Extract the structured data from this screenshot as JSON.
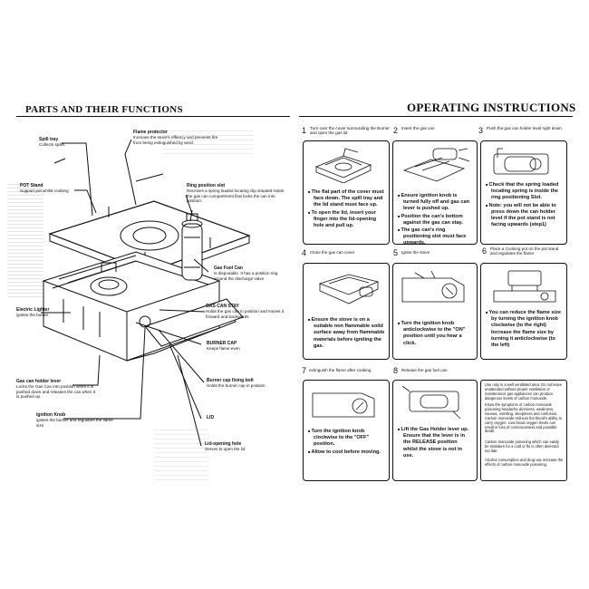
{
  "headers": {
    "left": "PARTS AND THEIR FUNCTIONS",
    "right": "OPERATING INSTRUCTIONS"
  },
  "parts": {
    "flame_protector": {
      "name": "Flame protector",
      "desc": "Increase the stove's effiency and prevents fire from being extinguished by wind."
    },
    "spill_tray": {
      "name": "Spill tray",
      "desc": "Collects spills."
    },
    "pot_stand": {
      "name": "POT Stand",
      "desc": "Support pot whilst cooking"
    },
    "ring_slot": {
      "name": "Ring position slot",
      "desc": "Receives a spring loaded locating clip situated inside the gas can compartment that locks the can into position."
    },
    "gas_fuel_can": {
      "name": "Gas Fuel Can",
      "desc": "Is disposable. It has a position ring around the discharge valve"
    },
    "gas_can_stay": {
      "name": "GAS CAN STAY",
      "desc": "Holds the gas can in position and moves it forward and backwards"
    },
    "electric_lighter": {
      "name": "Electric Lighter",
      "desc": "ignites the burner"
    },
    "burner_cap": {
      "name": "BURNER CAP",
      "desc": "Keeps flame even"
    },
    "burner_cap_fixing": {
      "name": "Burner cap fixing bolt",
      "desc": "Holds the burner cap in position"
    },
    "gas_can_holder": {
      "name": "Gas can holder lever",
      "desc": "Locks the Gas Can into position when it is pushed down and releases the can when it is pushed up."
    },
    "ignition_knob": {
      "name": "ignition Knob",
      "desc": "ignites the burner and regulates the flame size"
    },
    "lid": {
      "name": "LID",
      "desc": ""
    },
    "lid_hole": {
      "name": "Lid-opening hole",
      "desc": "Serves to open the lid"
    }
  },
  "steps": [
    {
      "num": "1",
      "title": "Turn over the cover surrounding the Burner and open the gas lid",
      "items": [
        "The flat part of the cover must face down. The spill tray and the lid stand must face up.",
        "To open the lid, insert your finger into the lid-opening hole and pull up."
      ]
    },
    {
      "num": "2",
      "title": "Insert the gas can",
      "items": [
        "Ensure ignition knob is turned fully off and gas can lever is pushed up.",
        "Position the can's bottom against the gas can stay.",
        "The gas can's ring positioning slot must face upwards."
      ]
    },
    {
      "num": "3",
      "title": "Push the gas can holder level right down.",
      "items": [
        "Check that the spring loaded locating spring is inside the ring positioning Slot.",
        "Note: you will not be able to press down the can holder level if the pot stand is not facing upwards (step1)"
      ]
    },
    {
      "num": "4",
      "title": "Close the gas can cover",
      "items": [
        "Ensure the stove is on a suitable non flammable solid surface away from flammable materials before igniting the gas."
      ]
    },
    {
      "num": "5",
      "title": "Ignite the stove",
      "items": [
        "Turn the ignition knob anticlockwise to the \"ON\" position until you hear a click."
      ]
    },
    {
      "num": "6",
      "title": "Place a Cooking pot on the pot stand and regulates the flame",
      "items": [
        "You can reduce the flame size by turning the ignition knob clockwise (to the right) Increase the flame size by turning it anticlockwise (to the left)"
      ]
    },
    {
      "num": "7",
      "title": "extinguish the flame after cooking",
      "items": [
        "Turn the ignition knob clockwise to the \"OFF\" position.",
        "Allow to cool before moving."
      ]
    },
    {
      "num": "8",
      "title": "Release the gas fuel can",
      "items": [
        "Lift the Gas Holder lever up. Ensure that the lever is in the RELEASE position whilst the stove is not in use."
      ]
    }
  ],
  "warning": {
    "p1": "Use only in a well ventilated area. Do not leave unattended without proper ventilation or maintenance gas appliances can produce dangerous levels of carbon monoxide.",
    "p2": "Know the symptoms of carbon monoxide poisoning headache dizziness, weakness, nausea, vomiting, sleepiness and confusion. Carbon monoxide reduces the blood's ability to carry oxygen. Low blood oxygen levels can result in loss of consciousness and possible death.",
    "p3": "Carbon monoxide poisoning which can easily be mistaken for a cold or flu is often detected too late.",
    "p4": "Alcohol consumption and drug use increase the effects of carbon monoxide poisoning."
  }
}
